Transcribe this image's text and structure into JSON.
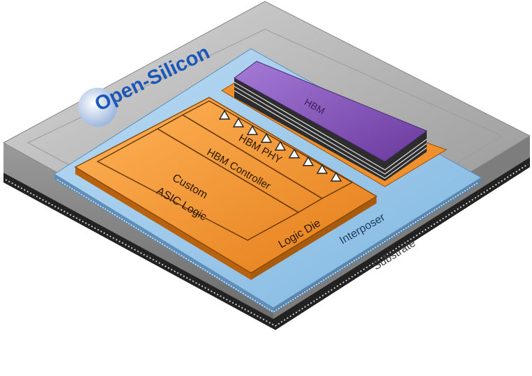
{
  "brand": {
    "logo_text": "Open-Silicon",
    "logo_color": "#1a57b8"
  },
  "labels": {
    "hbm": "HBM",
    "hbm_phy": "HBM PHY",
    "hbm_controller": "HBM Controller",
    "custom_line1": "Custom",
    "custom_line2": "ASIC Logic",
    "logic_die": "Logic Die",
    "interposer": "Interposer",
    "substrate": "Substrate"
  },
  "colors": {
    "substrate": "#b3b3b3",
    "interposer": "#9ecae9",
    "logic_die": "#f2922f",
    "hbm": "#7f4bb3",
    "balls": "#2a2a2a"
  },
  "phy_bump_count": 9
}
